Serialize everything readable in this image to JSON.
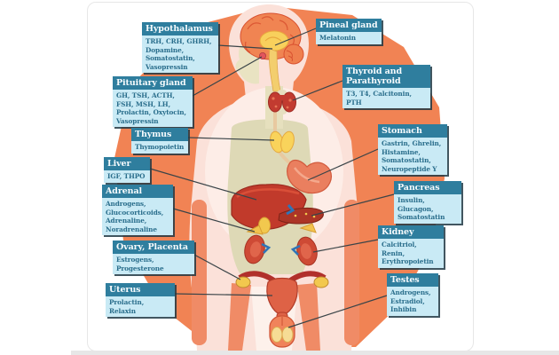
{
  "diagram": {
    "subject": "Human endocrine system glands and hormones",
    "colors": {
      "label_header_bg": "#2F7E9E",
      "label_body_bg": "#C9EAF5",
      "label_header_text": "#F6FBFD",
      "label_body_text": "#2A6E8C",
      "background_blob": "#F18354",
      "body_silhouette": "#FBE1D9",
      "inner_torso": "#DED9B6",
      "connector_line": "#3A4448",
      "organ_red": "#C13A2B",
      "organ_yellow": "#F8D05C"
    }
  },
  "labels": [
    {
      "id": "hypothalamus",
      "title": "Hypothalamus",
      "hormones": "TRH, CRH, GHRH, Dopamine, Somatostatin, Vasopressin"
    },
    {
      "id": "pituitary",
      "title": "Pituitary gland",
      "hormones": "GH, TSH, ACTH, FSH, MSH, LH, Prolactin, Oxytocin, Vasopressin"
    },
    {
      "id": "thymus",
      "title": "Thymus",
      "hormones": "Thymopoietin"
    },
    {
      "id": "liver",
      "title": "Liver",
      "hormones": "IGF, THPO"
    },
    {
      "id": "adrenal",
      "title": "Adrenal",
      "hormones": "Androgens, Glucocorticoids, Adrenaline, Noradrenaline"
    },
    {
      "id": "ovary",
      "title": "Ovary, Placenta",
      "hormones": "Estrogens, Progesterone"
    },
    {
      "id": "uterus",
      "title": "Uterus",
      "hormones": "Prolactin, Relaxin"
    },
    {
      "id": "pineal",
      "title": "Pineal gland",
      "hormones": "Melatonin"
    },
    {
      "id": "thyroid",
      "title": "Thyroid and Parathyroid",
      "hormones": "T3, T4, Calcitonin, PTH"
    },
    {
      "id": "stomach",
      "title": "Stomach",
      "hormones": "Gastrin, Ghrelin, Histamine, Somatostatin, Neuropeptide Y"
    },
    {
      "id": "pancreas",
      "title": "Pancreas",
      "hormones": "Insulin, Glucagon, Somatostatin"
    },
    {
      "id": "kidney",
      "title": "Kidney",
      "hormones": "Calcitriol, Renin, Erythropoietin"
    },
    {
      "id": "testes",
      "title": "Testes",
      "hormones": "Androgens, Estradiol, Inhibin"
    }
  ]
}
